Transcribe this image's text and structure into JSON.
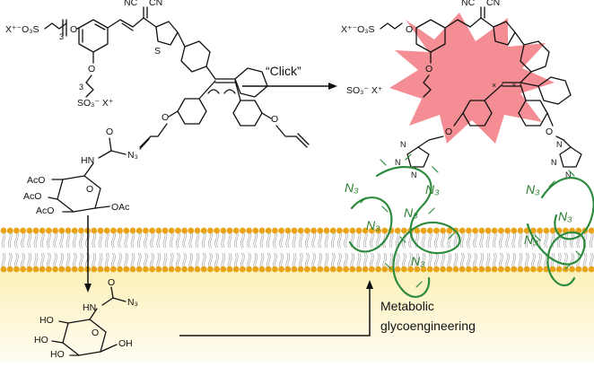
{
  "labels": {
    "click": "“Click”",
    "metabolic_line1": "Metabolic",
    "metabolic_line2": "glycoengineering"
  },
  "chemistry": {
    "sulfonate_chain_top": "X⁺⁻O₃S",
    "sulfonate_chain_bottom": "SO₃⁻ X⁺",
    "cn_left": "NC",
    "cn_right": "CN",
    "sulfur": "S",
    "oxygen": "O",
    "chain_subscript": "3",
    "sugar_protected": {
      "n3": "N₃",
      "nh": "HN",
      "o": "O",
      "aco_1": "AcO",
      "aco_2": "AcO",
      "aco_3": "AcO",
      "oac": "OAc"
    },
    "sugar_free": {
      "n3": "N₃",
      "nh": "HN",
      "o": "O",
      "ho_1": "HO",
      "ho_2": "HO",
      "ho_3": "HO",
      "oh": "OH"
    },
    "triazole": {
      "n1": "N",
      "n2": "N",
      "n3": "N"
    }
  },
  "azide_tags": [
    "N₃",
    "N₃",
    "N₃",
    "N₃",
    "N₃",
    "N₃",
    "N₃",
    "N₃"
  ],
  "colors": {
    "membrane_head": "#e8a317",
    "membrane_tail": "#9a9a9a",
    "cytoplasm_gradient_top": "#fbf3c8",
    "cytoplasm_gradient_bottom": "#fffdf0",
    "glycan_green": "#2e8b3e",
    "aie_burst": "#f06870"
  }
}
